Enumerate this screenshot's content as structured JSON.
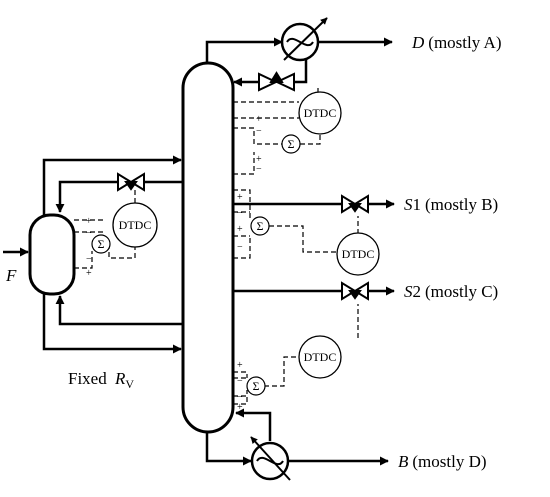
{
  "streams": {
    "distillate": {
      "var": "D",
      "desc": "(mostly A)"
    },
    "side1": {
      "var": "S",
      "num": "1",
      "desc": "(mostly B)"
    },
    "side2": {
      "var": "S",
      "num": "2",
      "desc": "(mostly C)"
    },
    "bottoms": {
      "var": "B",
      "desc": "(mostly D)"
    },
    "feed": {
      "var": "F"
    }
  },
  "fixed_label": {
    "prefix": "Fixed ",
    "var": "R",
    "sub": "V"
  },
  "controllers": {
    "top": "DTDC",
    "prefrac": "DTDC",
    "side1": "DTDC",
    "side2": "DTDC"
  },
  "symbols": {
    "sum": "Σ",
    "plus": "+",
    "minus": "−"
  }
}
